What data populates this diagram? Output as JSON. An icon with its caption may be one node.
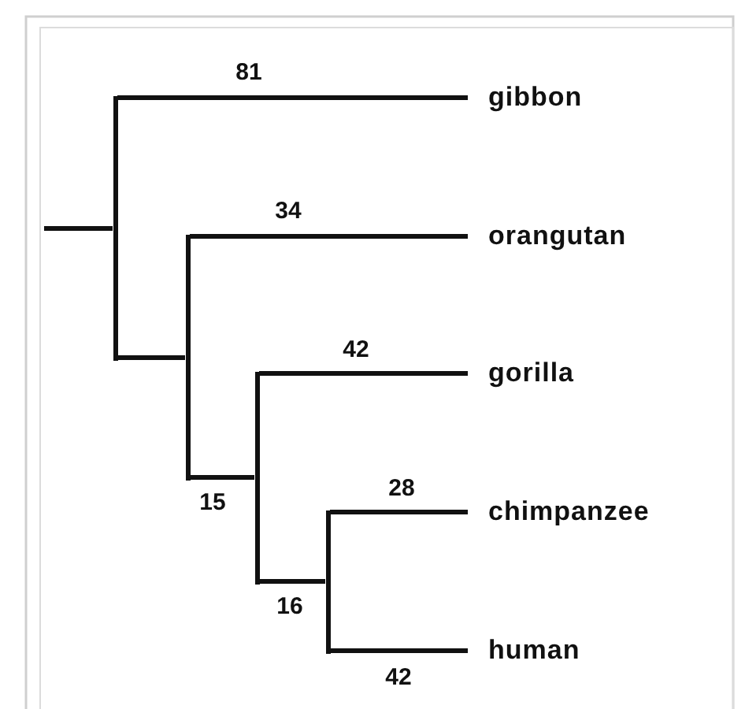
{
  "diagram": {
    "nodes": [
      {
        "text": [],
        "shape": "bar"
      },
      {
        "text": [
          "gibbon"
        ]
      },
      {
        "text": [],
        "shape": "bar"
      },
      {
        "text": [
          "orangutan"
        ]
      },
      {
        "text": [],
        "shape": "bar"
      },
      {
        "text": [
          "gorilla"
        ]
      },
      {
        "text": [],
        "shape": "bar"
      },
      {
        "text": [
          "chimpanzee"
        ]
      },
      {
        "text": [
          "human"
        ]
      }
    ],
    "edges": [
      {
        "from": null,
        "to": 0,
        "arrow": "none"
      },
      {
        "from": 0,
        "to": 1,
        "arrow": "none",
        "label": "81"
      },
      {
        "from": 0,
        "to": 2,
        "arrow": "none"
      },
      {
        "from": 2,
        "to": 3,
        "arrow": "none",
        "label": "34"
      },
      {
        "from": 2,
        "to": 4,
        "arrow": "none",
        "label": "15"
      },
      {
        "from": 4,
        "to": 5,
        "arrow": "none",
        "label": "42"
      },
      {
        "from": 4,
        "to": 6,
        "arrow": "none",
        "label": "16"
      },
      {
        "from": 6,
        "to": 7,
        "arrow": "none",
        "label": "28"
      },
      {
        "from": 6,
        "to": 8,
        "arrow": "none",
        "label": "42"
      }
    ]
  }
}
